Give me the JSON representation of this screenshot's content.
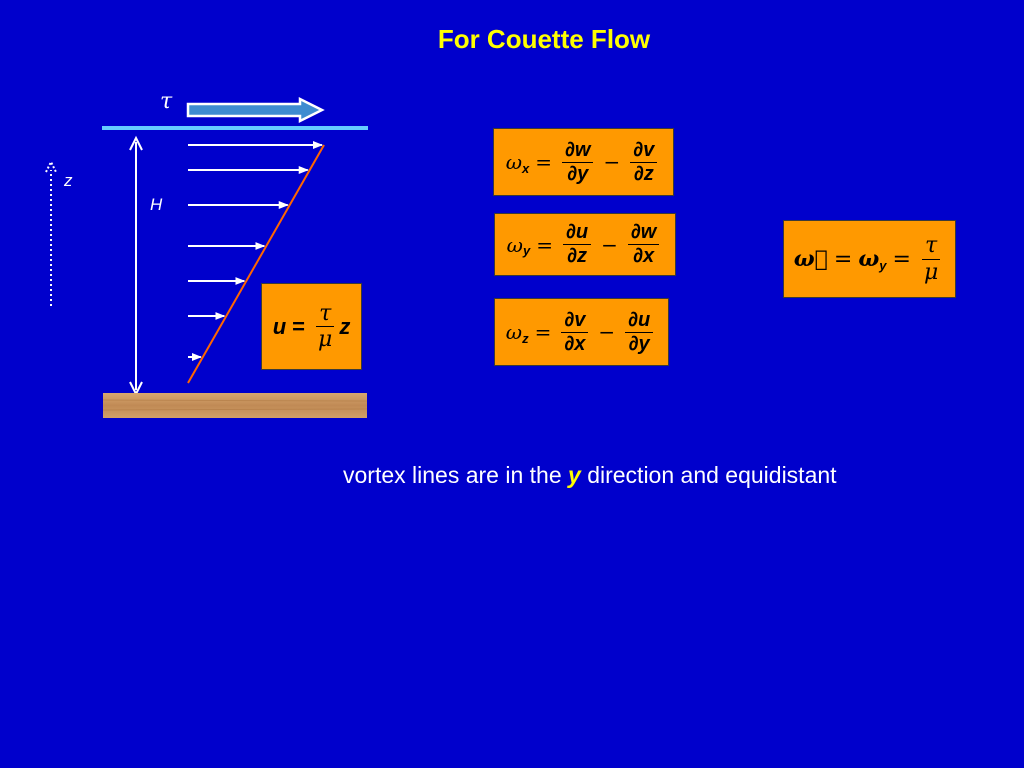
{
  "slide": {
    "title": "For Couette Flow",
    "background_color": "#0000CC",
    "title_color": "#FFFF00"
  },
  "diagram": {
    "shear_label": "τ",
    "height_label": "H",
    "axis_label": "z",
    "velocity_arrow_count": 8,
    "profile_line_color": "#FF6600",
    "wall_color": "#C8955A",
    "top_plate_color": "#66CCFF"
  },
  "velocity_equation": {
    "lhs": "u",
    "eq": "=",
    "num": "τ",
    "den": "μ",
    "var": "z"
  },
  "vorticity_equations": [
    {
      "omega": "ω",
      "sub": "x",
      "eq": "=",
      "n1": "∂w",
      "d1": "∂y",
      "minus": "−",
      "n2": "∂v",
      "d2": "∂z"
    },
    {
      "omega": "ω",
      "sub": "y",
      "eq": "=",
      "n1": "∂u",
      "d1": "∂z",
      "minus": "−",
      "n2": "∂w",
      "d2": "∂x"
    },
    {
      "omega": "ω",
      "sub": "z",
      "eq": "=",
      "n1": "∂v",
      "d1": "∂x",
      "minus": "−",
      "n2": "∂u",
      "d2": "∂y"
    }
  ],
  "result_equation": {
    "vec": "ω⃗",
    "eq1": "=",
    "omega": "ω",
    "sub": "y",
    "eq2": "=",
    "num": "τ",
    "den": "μ"
  },
  "box_color": "#FF9900",
  "statement": {
    "before": "vortex lines are in the ",
    "emph": "y",
    "after": " direction and equidistant"
  }
}
